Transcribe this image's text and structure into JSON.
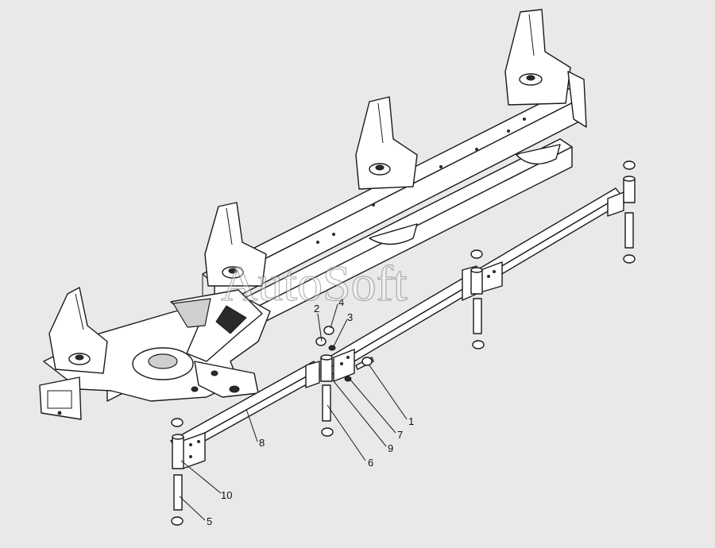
{
  "watermark": "AutoSoft",
  "callouts": [
    {
      "id": "c1",
      "label": "1"
    },
    {
      "id": "c2",
      "label": "2"
    },
    {
      "id": "c3",
      "label": "3"
    },
    {
      "id": "c4",
      "label": "4"
    },
    {
      "id": "c5",
      "label": "5"
    },
    {
      "id": "c6",
      "label": "6"
    },
    {
      "id": "c7",
      "label": "7"
    },
    {
      "id": "c8",
      "label": "8"
    },
    {
      "id": "c9",
      "label": "9"
    },
    {
      "id": "c10",
      "label": "10"
    }
  ],
  "colors": {
    "background": "#e9e9e9",
    "line": "#1a1a1a",
    "part_fill": "#ffffff"
  }
}
